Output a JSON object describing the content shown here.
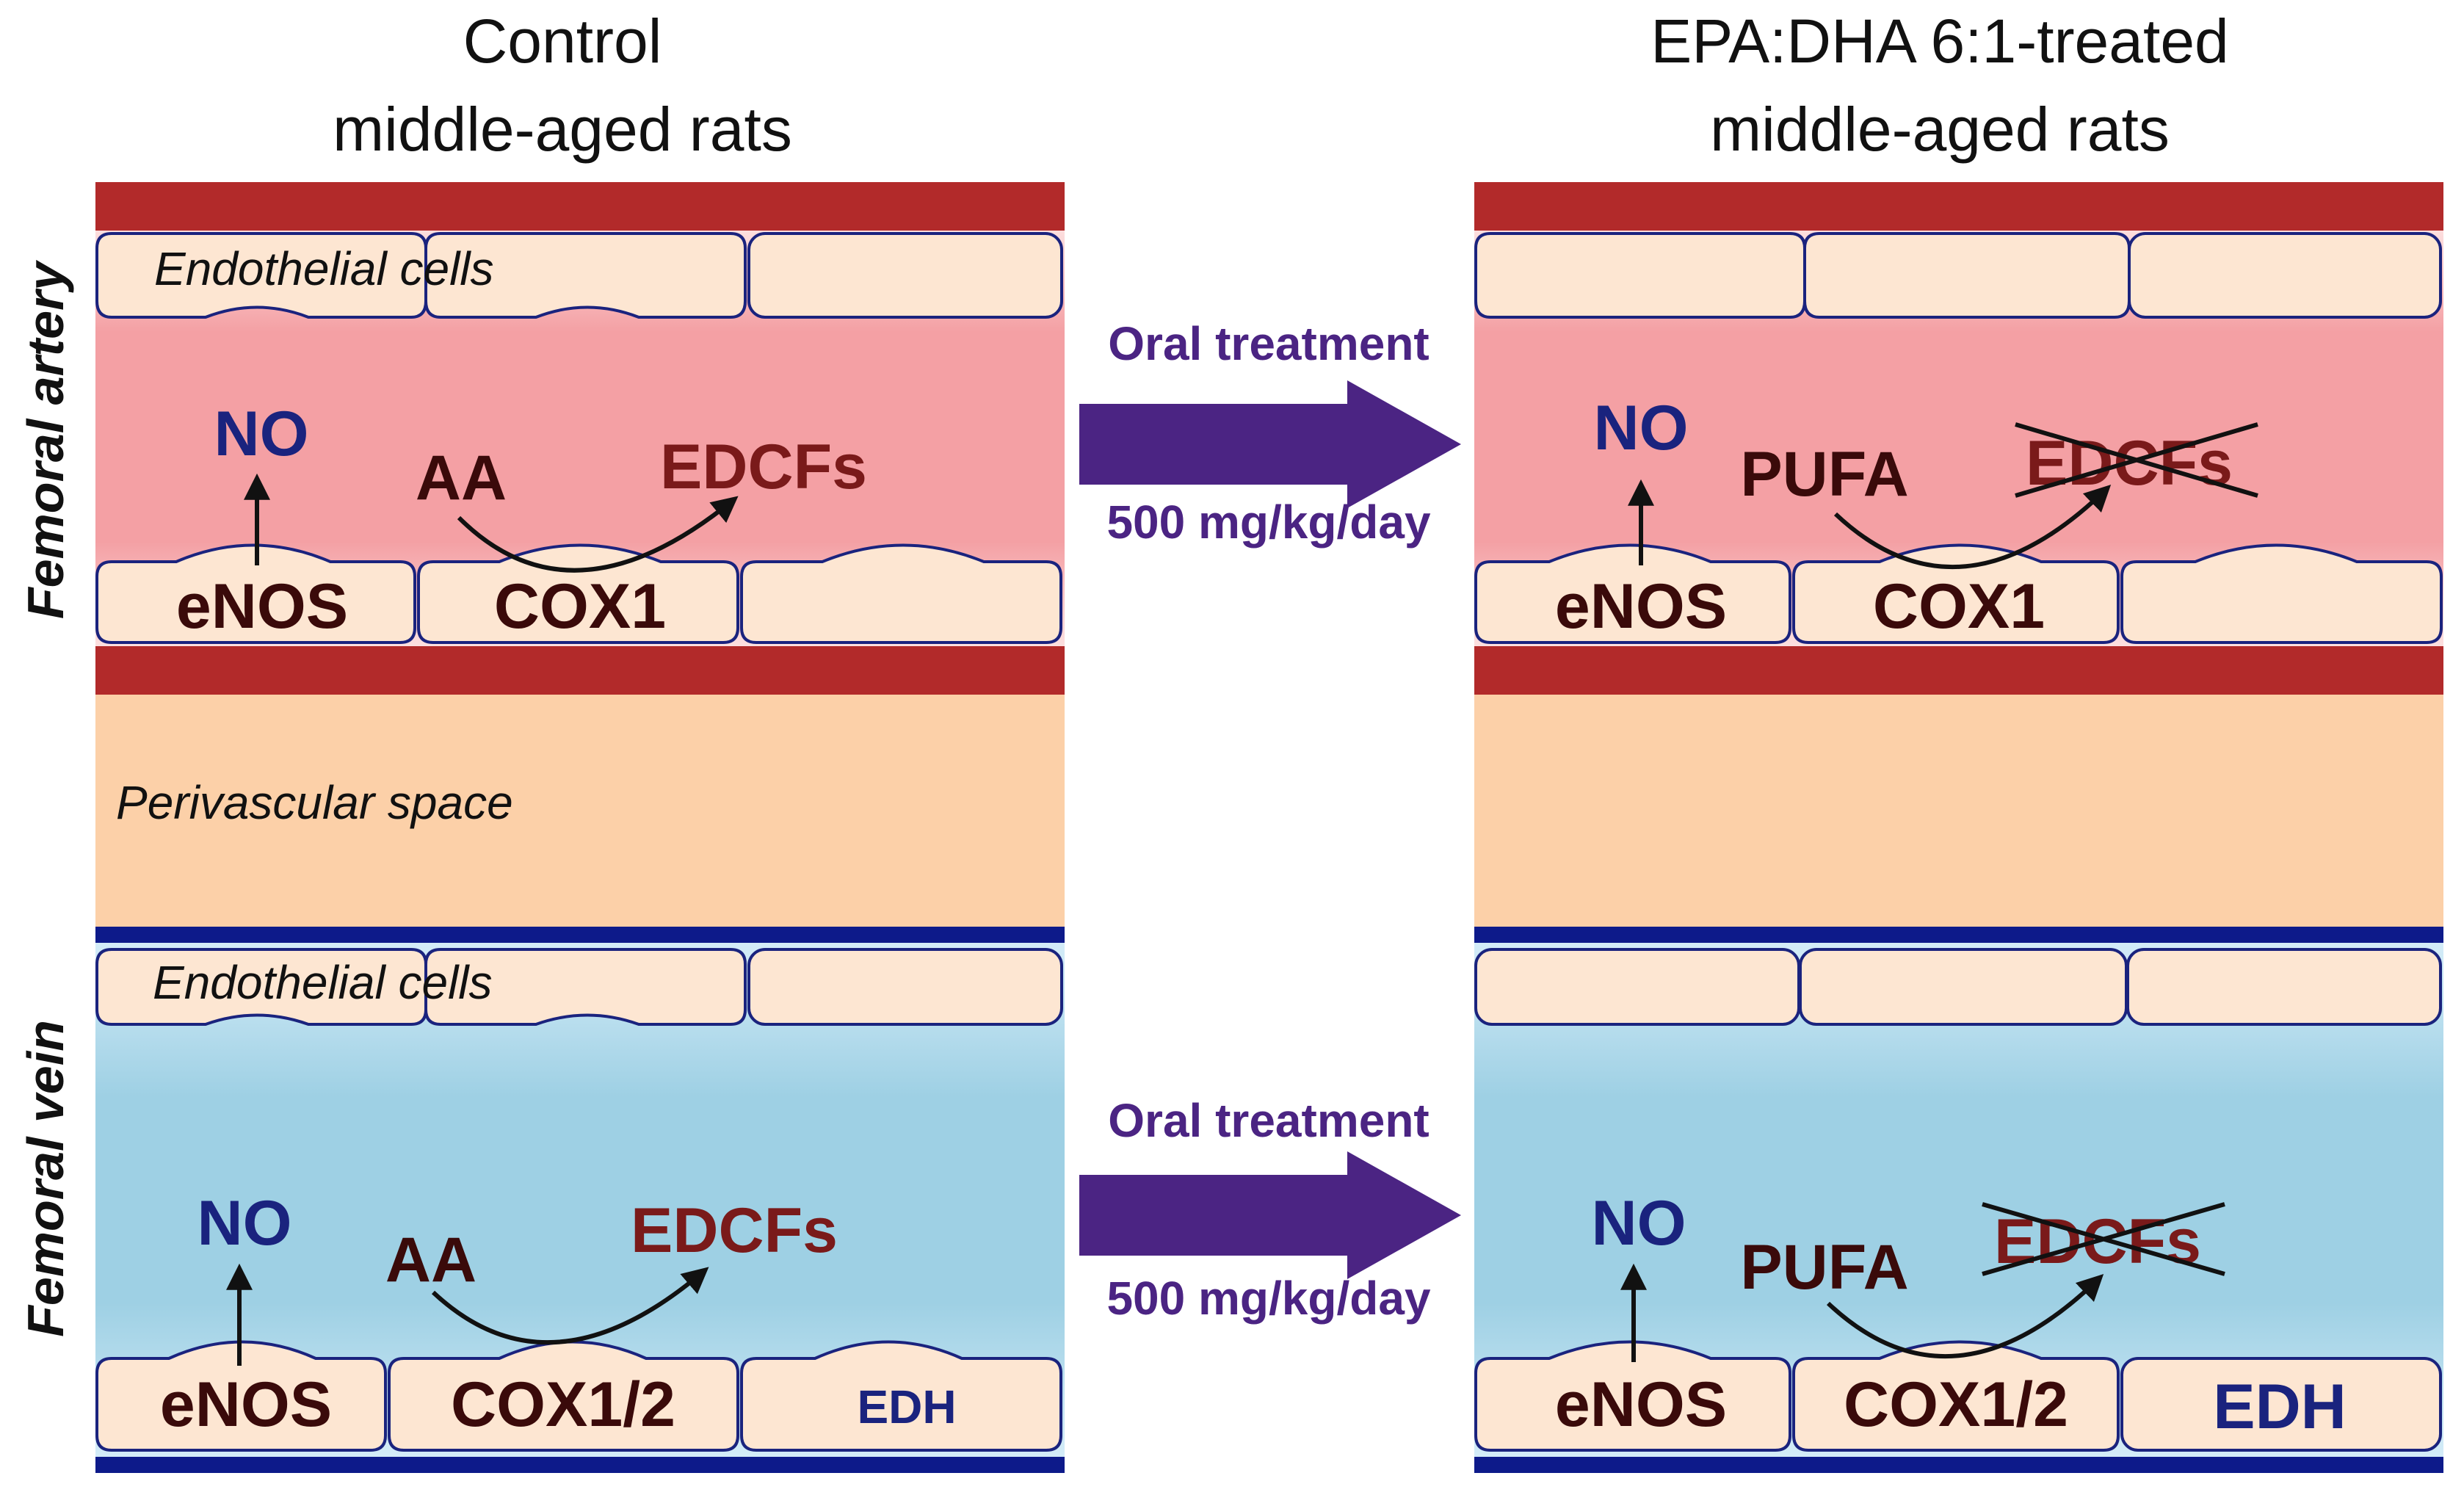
{
  "headings": {
    "control": [
      "Control",
      "middle-aged rats"
    ],
    "treated": [
      "EPA:DHA 6:1-treated",
      "middle-aged rats"
    ]
  },
  "side_labels": {
    "artery": "Femoral artery",
    "vein": "Femoral vein"
  },
  "regions": {
    "endothelial": "Endothelial cells",
    "perivascular": "Perivascular space"
  },
  "treatment": {
    "label": "Oral treatment",
    "dose": "500 mg/kg/day"
  },
  "mediators": {
    "no": "NO",
    "aa": "AA",
    "pufa": "PUFA",
    "edcfs": "EDCFs"
  },
  "enzymes": {
    "enos": "eNOS",
    "cox1": "COX1",
    "cox12": "COX1/2",
    "edh": "EDH"
  },
  "colors": {
    "artery_wall": "#b22a2a",
    "artery_lumen": "#f4a0a4",
    "vein_wall": "#0d1a8a",
    "vein_lumen": "#a8d8ec",
    "perivascular": "#fcd0a8",
    "cell_fill": "#fde6d2",
    "cell_stroke": "#1a237e",
    "arrow_purple": "#4b2483",
    "no_blue": "#1a237e",
    "edcf_red": "#7a1a1a",
    "dark_text": "#3a0a0a"
  }
}
